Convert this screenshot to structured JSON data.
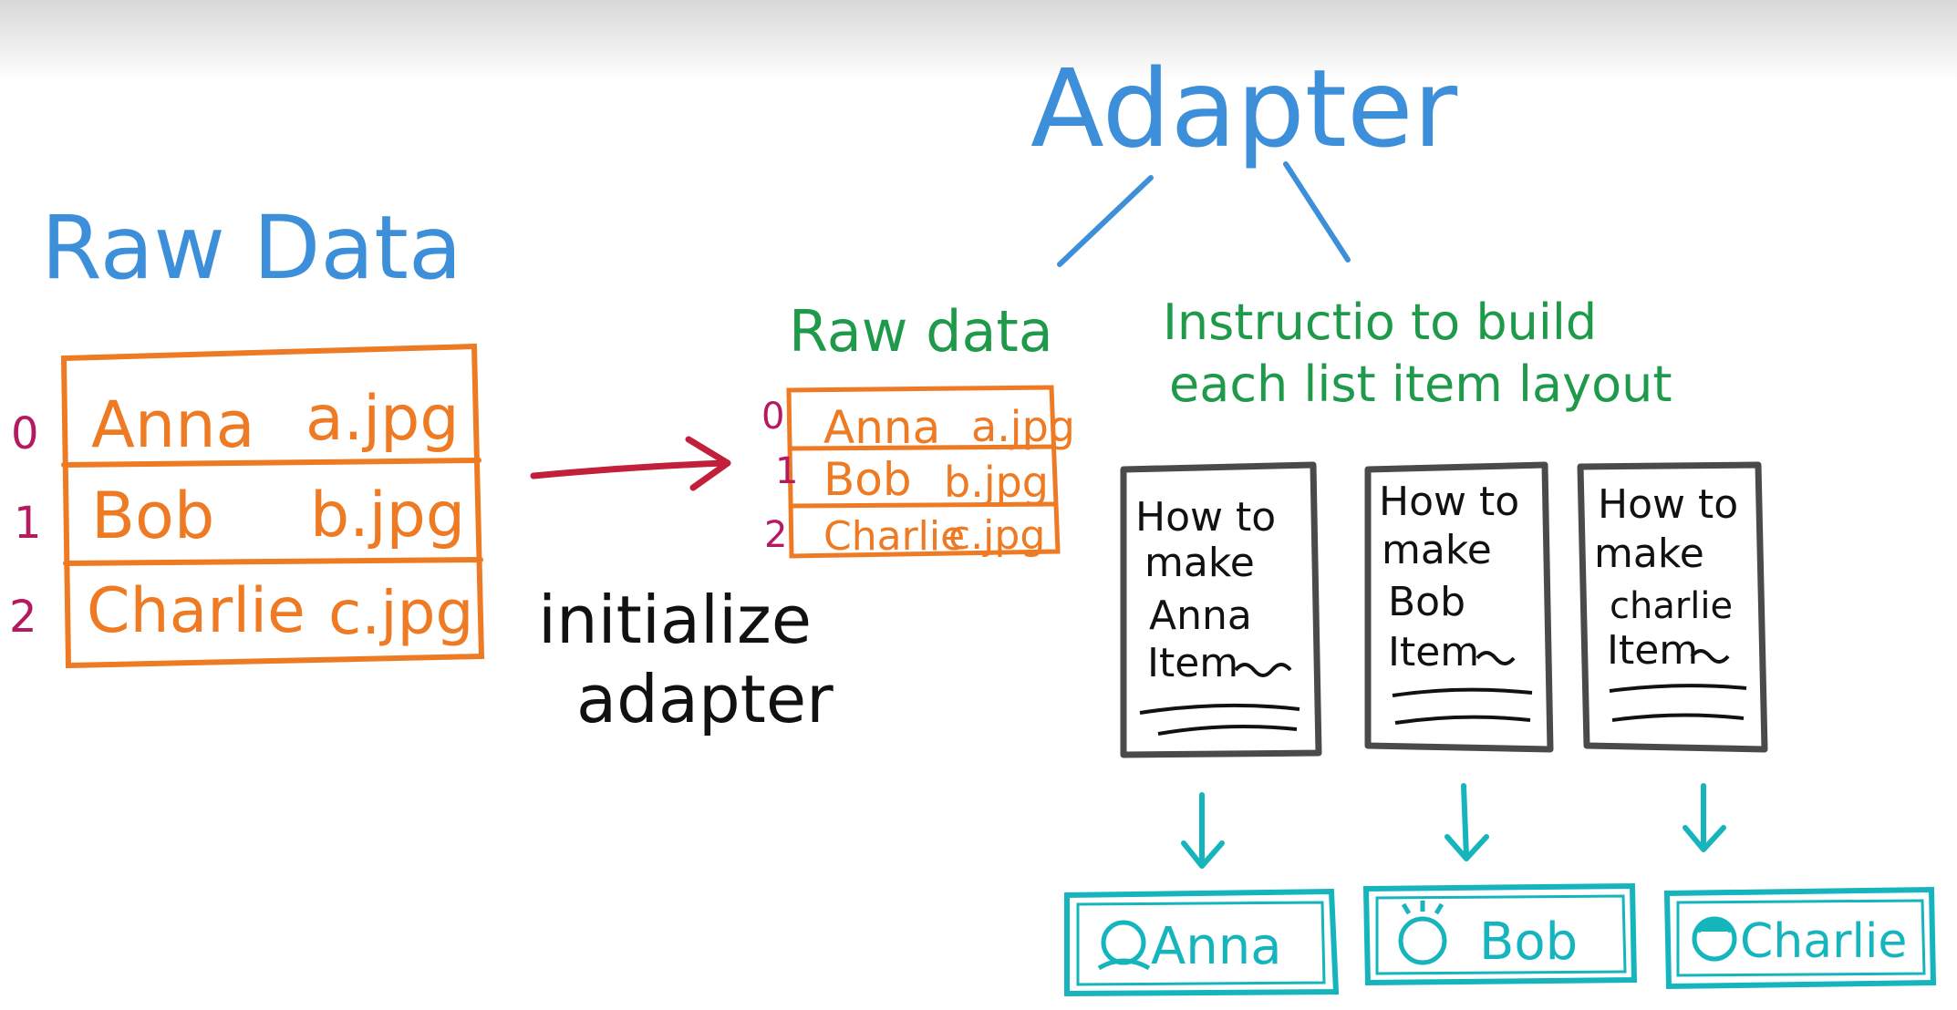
{
  "colors": {
    "blue": "#3d8fd9",
    "orange": "#ef7a24",
    "magenta": "#b5195f",
    "red_arrow": "#c21f3a",
    "green": "#1f9a4a",
    "black": "#111111",
    "gray": "#4a4a4a",
    "teal": "#16b5bd"
  },
  "left_title": "Raw Data",
  "left_table": {
    "rows": [
      {
        "index": "0",
        "name": "Anna",
        "file": "a.jpg"
      },
      {
        "index": "1",
        "name": "Bob",
        "file": "b.jpg"
      },
      {
        "index": "2",
        "name": "Charlie",
        "file": "c.jpg"
      }
    ]
  },
  "arrow_label": {
    "line1": "initialize",
    "line2": "adapter"
  },
  "adapter_title": "Adapter",
  "adapter_left_label": "Raw data",
  "adapter_right_label": {
    "line1": "Instructio to build",
    "line2": "each list item layout"
  },
  "adapter_table": {
    "rows": [
      {
        "index": "0",
        "name": "Anna",
        "file": "a.jpg"
      },
      {
        "index": "1",
        "name": "Bob",
        "file": "b.jpg"
      },
      {
        "index": "2",
        "name": "Charlie",
        "file": "c.jpg"
      }
    ]
  },
  "instruction_cards": [
    {
      "lines": [
        "How to",
        "make",
        "Anna",
        "Item"
      ]
    },
    {
      "lines": [
        "How to",
        "make",
        "Bob",
        "Item"
      ]
    },
    {
      "lines": [
        "How to",
        "make",
        "charlie",
        "Item"
      ]
    }
  ],
  "list_items": [
    {
      "name": "Anna"
    },
    {
      "name": "Bob"
    },
    {
      "name": "Charlie"
    }
  ]
}
